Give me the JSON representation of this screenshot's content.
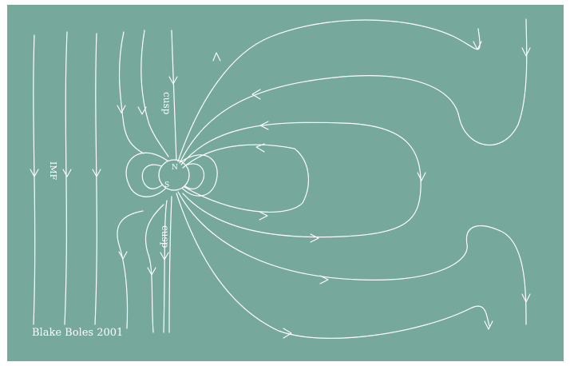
{
  "diagram": {
    "background_color": "#76a89b",
    "line_color": "#ffffff",
    "labels": {
      "imf": "IMF",
      "cusp_north": "cusp",
      "cusp_south": "cusp",
      "north_pole": "N",
      "south_pole": "S",
      "credit": "Blake Boles 2001"
    },
    "icons": {
      "earth": "planet-circle",
      "arrows": "chevron-arrowhead"
    }
  }
}
